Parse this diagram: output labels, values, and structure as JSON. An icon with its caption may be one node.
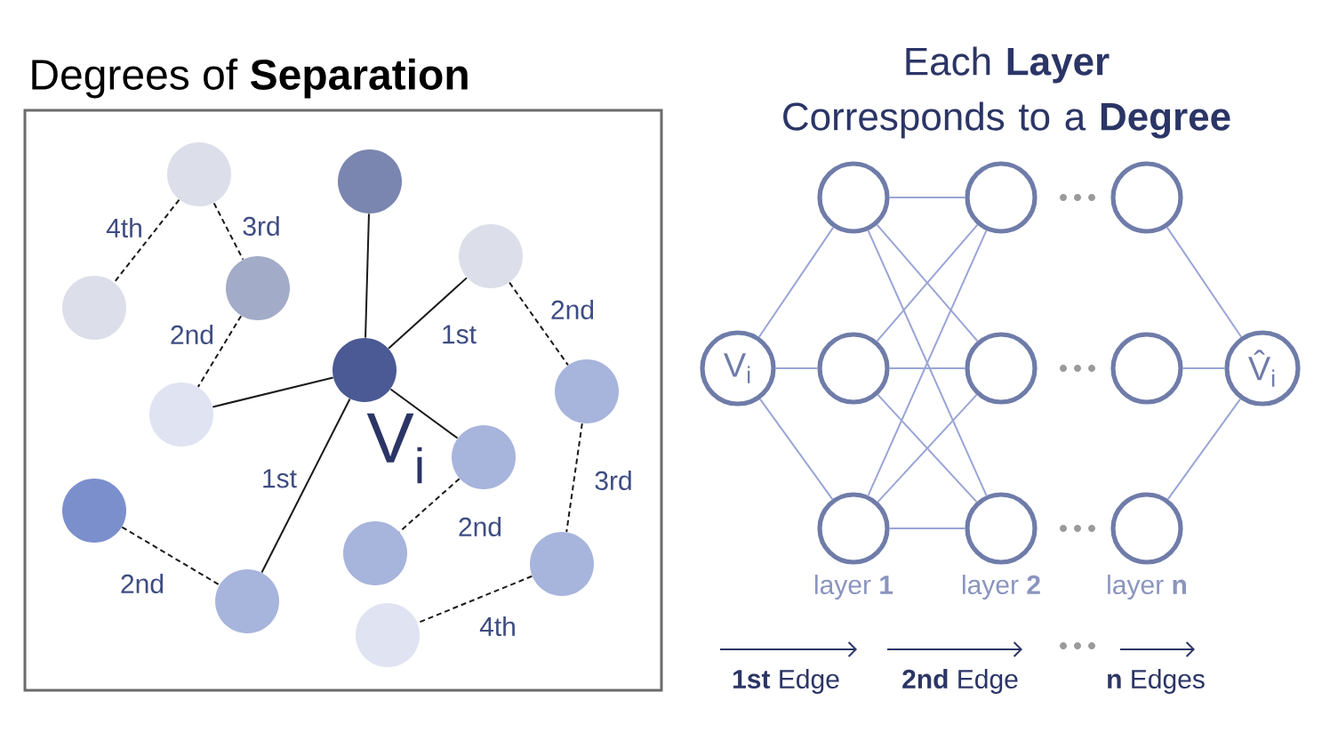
{
  "diagram": {
    "nodes": [
      {
        "text": [
          "Degrees of **Separation**"
        ]
      },
      {
        "text": [],
        "shape": "circle",
        "in": 0
      },
      {
        "text": [],
        "shape": "circle",
        "in": 0
      },
      {
        "text": [],
        "shape": "circle",
        "in": 0
      },
      {
        "text": [],
        "shape": "circle",
        "in": 0
      },
      {
        "text": [],
        "shape": "circle",
        "in": 0
      },
      {
        "text": [],
        "shape": "circle",
        "in": 0,
        "beside": [
          "V$_{i}$"
        ]
      },
      {
        "text": [],
        "shape": "circle",
        "in": 0
      },
      {
        "text": [],
        "shape": "circle",
        "in": 0
      },
      {
        "text": [],
        "shape": "circle",
        "in": 0
      },
      {
        "text": [],
        "shape": "circle",
        "in": 0
      },
      {
        "text": [],
        "shape": "circle",
        "in": 0
      },
      {
        "text": [],
        "shape": "circle",
        "in": 0
      },
      {
        "text": [],
        "shape": "circle",
        "in": 0
      },
      {
        "text": [],
        "shape": "circle",
        "in": 0
      },
      {
        "text": [
          "V$_{i}$"
        ]
      },
      {
        "text": [],
        "shape": "circle"
      },
      {
        "text": [],
        "shape": "circle"
      },
      {
        "text": [],
        "shape": "circle"
      },
      {
        "text": [],
        "shape": "circle"
      },
      {
        "text": [],
        "shape": "circle"
      },
      {
        "text": [],
        "shape": "circle"
      },
      {
        "text": [],
        "shape": "circle"
      },
      {
        "text": [],
        "shape": "circle"
      },
      {
        "text": [],
        "shape": "circle"
      },
      {
        "text": [
          "V̂$_{i}$"
        ]
      }
    ],
    "edges": [
      {
        "from": 6,
        "to": 2,
        "arrow": "none",
        "color": "#1a1a1a"
      },
      {
        "from": 6,
        "to": 3,
        "arrow": "none",
        "label": "1st",
        "color": "#1a1a1a"
      },
      {
        "from": 6,
        "to": 8,
        "arrow": "none",
        "color": "#1a1a1a"
      },
      {
        "from": 6,
        "to": 9,
        "arrow": "none",
        "color": "#1a1a1a"
      },
      {
        "from": 6,
        "to": 13,
        "arrow": "none",
        "label": "1st",
        "color": "#1a1a1a"
      },
      {
        "from": 4,
        "to": 8,
        "arrow": "none",
        "label": "2nd",
        "style": "dashed",
        "color": "#1a1a1a"
      },
      {
        "from": 1,
        "to": 4,
        "arrow": "none",
        "label": "3rd",
        "style": "dashed",
        "color": "#1a1a1a"
      },
      {
        "from": 1,
        "to": 5,
        "arrow": "none",
        "label": "4th",
        "style": "dashed",
        "color": "#1a1a1a"
      },
      {
        "from": 3,
        "to": 7,
        "arrow": "none",
        "label": "2nd",
        "style": "dashed",
        "color": "#1a1a1a"
      },
      {
        "from": 7,
        "to": 12,
        "arrow": "none",
        "label": "3rd",
        "style": "dashed",
        "color": "#1a1a1a"
      },
      {
        "from": 12,
        "to": 14,
        "arrow": "none",
        "label": "4th",
        "style": "dashed",
        "color": "#1a1a1a"
      },
      {
        "from": 9,
        "to": 11,
        "arrow": "none",
        "label": "2nd",
        "style": "dashed",
        "color": "#1a1a1a"
      },
      {
        "from": 10,
        "to": 13,
        "arrow": "none",
        "label": "2nd",
        "style": "dashed",
        "color": "#1a1a1a"
      },
      {
        "from": 15,
        "to": 16,
        "arrow": "none"
      },
      {
        "from": 15,
        "to": 17,
        "arrow": "none"
      },
      {
        "from": 15,
        "to": 18,
        "arrow": "none"
      },
      {
        "from": 16,
        "to": 19,
        "arrow": "none"
      },
      {
        "from": 16,
        "to": 20,
        "arrow": "none"
      },
      {
        "from": 16,
        "to": 21,
        "arrow": "none"
      },
      {
        "from": 17,
        "to": 19,
        "arrow": "none"
      },
      {
        "from": 17,
        "to": 20,
        "arrow": "none"
      },
      {
        "from": 17,
        "to": 21,
        "arrow": "none"
      },
      {
        "from": 18,
        "to": 19,
        "arrow": "none"
      },
      {
        "from": 18,
        "to": 20,
        "arrow": "none"
      },
      {
        "from": 18,
        "to": 21,
        "arrow": "none"
      },
      {
        "from": 22,
        "to": 25,
        "arrow": "none"
      },
      {
        "from": 23,
        "to": 25,
        "arrow": "none"
      },
      {
        "from": 24,
        "to": 25,
        "arrow": "none"
      }
    ],
    "labels": [
      "Each **Layer** Corresponds to a **Degree**",
      "layer **1**",
      "layer **2**",
      "layer **n**",
      "**1st** Edge",
      "**2nd** Edge",
      "**n** Edges"
    ]
  }
}
